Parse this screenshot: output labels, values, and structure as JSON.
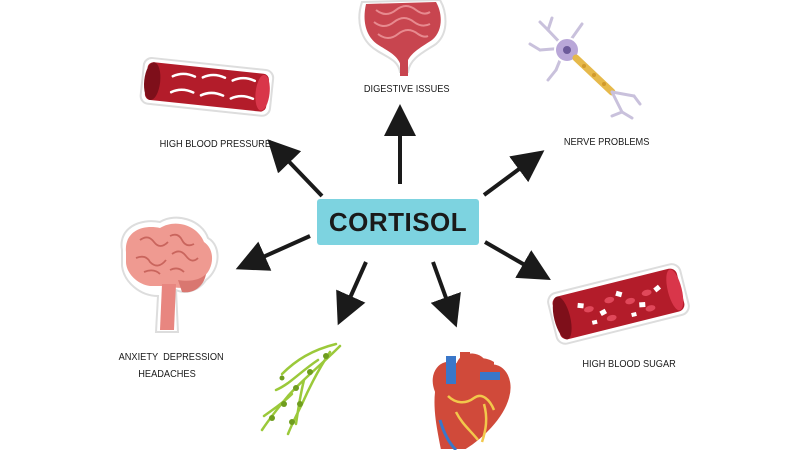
{
  "center": {
    "label": "CORTISOL"
  },
  "labels": {
    "high_blood_pressure": "HIGH BLOOD PRESSURE",
    "digestive": "DIGESTIVE ISSUES",
    "nerve": "NERVE PROBLEMS",
    "anxiety_line1": "ANXIETY  DEPRESSION",
    "anxiety_line2": "HEADACHES",
    "high_blood_sugar": "HIGH BLOOD SUGAR"
  },
  "colors": {
    "center_box": "#7dd3e0",
    "arrow": "#1a1a1a",
    "vessel": "#b31c2a",
    "vessel_dark": "#7e0f1a",
    "brain": "#ef9a91",
    "intestine": "#c8454f",
    "heart": "#d04a3a",
    "nerve_green": "#9bc93a",
    "neuron_body": "#b9a7d8",
    "neuron_axon": "#e6b94a"
  },
  "icons": [
    "artery-icon",
    "intestine-icon",
    "neuron-icon",
    "brain-icon",
    "nerve-fibers-icon",
    "heart-icon",
    "blood-cells-vessel-icon"
  ]
}
